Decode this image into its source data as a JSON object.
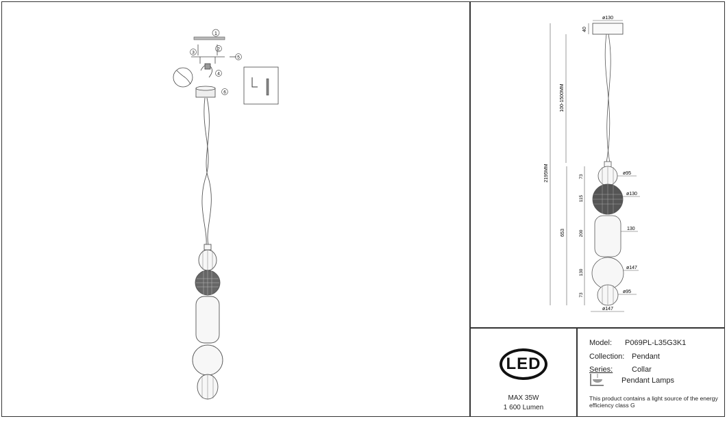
{
  "installation_callouts": [
    "1",
    "2",
    "3",
    "4",
    "5",
    "6"
  ],
  "dimensions": {
    "canopy_diameter": "ø130",
    "canopy_height": "40",
    "cable_length": "100-1500MM",
    "total_height": "2195MM",
    "body_height": "653",
    "segment_heights": [
      "73",
      "115",
      "200",
      "130",
      "73"
    ],
    "segment_widths": [
      "ø95",
      "ø130",
      "130",
      "ø147",
      "ø95"
    ],
    "base_width": "ø147"
  },
  "led": {
    "logo": "LED",
    "max_power": "MAX 35W",
    "lumen": "1 600 Lumen"
  },
  "product": {
    "model_label": "Model:",
    "model_value": "P069PL-L35G3K1",
    "collection_label": "Collection:",
    "collection_value": "Pendant",
    "series_label": "Series:",
    "series_value": "Collar",
    "type_value": "Pendant Lamps",
    "energy_note": "This product contains a light source of the energy efficiency class G"
  }
}
